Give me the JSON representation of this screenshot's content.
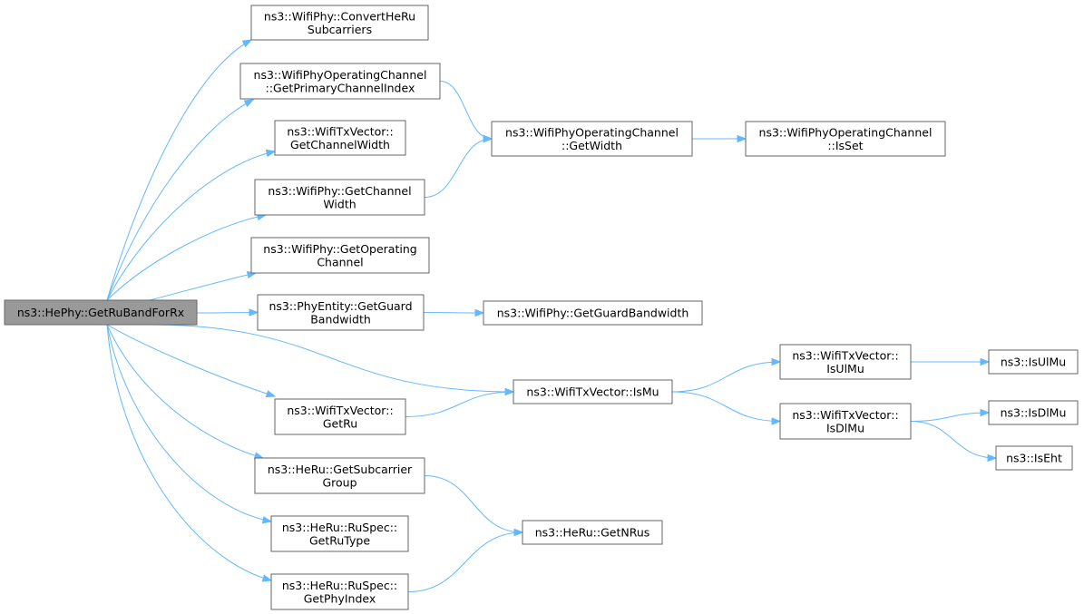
{
  "diagram": {
    "root": "n_root",
    "nodes": [
      {
        "id": "n_root",
        "lines": [
          "ns3::HePhy::GetRuBandForRx"
        ],
        "root": true
      },
      {
        "id": "n_convert",
        "lines": [
          "ns3::WifiPhy::ConvertHeRu",
          "Subcarriers"
        ]
      },
      {
        "id": "n_getprimary",
        "lines": [
          "ns3::WifiPhyOperatingChannel",
          "::GetPrimaryChannelIndex"
        ]
      },
      {
        "id": "n_txchwidth",
        "lines": [
          "ns3::WifiTxVector::",
          "GetChannelWidth"
        ]
      },
      {
        "id": "n_phychwidth",
        "lines": [
          "ns3::WifiPhy::GetChannel",
          "Width"
        ]
      },
      {
        "id": "n_getopch",
        "lines": [
          "ns3::WifiPhy::GetOperating",
          "Channel"
        ]
      },
      {
        "id": "n_getguard",
        "lines": [
          "ns3::PhyEntity::GetGuard",
          "Bandwidth"
        ]
      },
      {
        "id": "n_txgetru",
        "lines": [
          "ns3::WifiTxVector::",
          "GetRu"
        ]
      },
      {
        "id": "n_subgroup",
        "lines": [
          "ns3::HeRu::GetSubcarrier",
          "Group"
        ]
      },
      {
        "id": "n_ruspec_type",
        "lines": [
          "ns3::HeRu::RuSpec::",
          "GetRuType"
        ]
      },
      {
        "id": "n_ruspec_phy",
        "lines": [
          "ns3::HeRu::RuSpec::",
          "GetPhyIndex"
        ]
      },
      {
        "id": "n_opch_getwidth",
        "lines": [
          "ns3::WifiPhyOperatingChannel",
          "::GetWidth"
        ]
      },
      {
        "id": "n_opch_isset",
        "lines": [
          "ns3::WifiPhyOperatingChannel",
          "::IsSet"
        ]
      },
      {
        "id": "n_phy_guard",
        "lines": [
          "ns3::WifiPhy::GetGuardBandwidth"
        ]
      },
      {
        "id": "n_ismu",
        "lines": [
          "ns3::WifiTxVector::IsMu"
        ]
      },
      {
        "id": "n_getnrus",
        "lines": [
          "ns3::HeRu::GetNRus"
        ]
      },
      {
        "id": "n_isulmu",
        "lines": [
          "ns3::WifiTxVector::",
          "IsUlMu"
        ]
      },
      {
        "id": "n_isdlmu",
        "lines": [
          "ns3::WifiTxVector::",
          "IsDlMu"
        ]
      },
      {
        "id": "n_ns3_isulmu",
        "lines": [
          "ns3::IsUlMu"
        ]
      },
      {
        "id": "n_ns3_isdlmu",
        "lines": [
          "ns3::IsDlMu"
        ]
      },
      {
        "id": "n_ns3_iseht",
        "lines": [
          "ns3::IsEht"
        ]
      }
    ],
    "edges": [
      [
        "n_root",
        "n_convert"
      ],
      [
        "n_root",
        "n_getprimary"
      ],
      [
        "n_root",
        "n_txchwidth"
      ],
      [
        "n_root",
        "n_phychwidth"
      ],
      [
        "n_root",
        "n_getopch"
      ],
      [
        "n_root",
        "n_getguard"
      ],
      [
        "n_root",
        "n_ismu"
      ],
      [
        "n_root",
        "n_txgetru"
      ],
      [
        "n_root",
        "n_subgroup"
      ],
      [
        "n_root",
        "n_ruspec_type"
      ],
      [
        "n_root",
        "n_ruspec_phy"
      ],
      [
        "n_getprimary",
        "n_opch_getwidth"
      ],
      [
        "n_phychwidth",
        "n_opch_getwidth"
      ],
      [
        "n_opch_getwidth",
        "n_opch_isset"
      ],
      [
        "n_getguard",
        "n_phy_guard"
      ],
      [
        "n_txgetru",
        "n_ismu"
      ],
      [
        "n_ismu",
        "n_isulmu"
      ],
      [
        "n_ismu",
        "n_isdlmu"
      ],
      [
        "n_isulmu",
        "n_ns3_isulmu"
      ],
      [
        "n_isdlmu",
        "n_ns3_isdlmu"
      ],
      [
        "n_isdlmu",
        "n_ns3_iseht"
      ],
      [
        "n_subgroup",
        "n_getnrus"
      ],
      [
        "n_ruspec_phy",
        "n_getnrus"
      ]
    ]
  }
}
